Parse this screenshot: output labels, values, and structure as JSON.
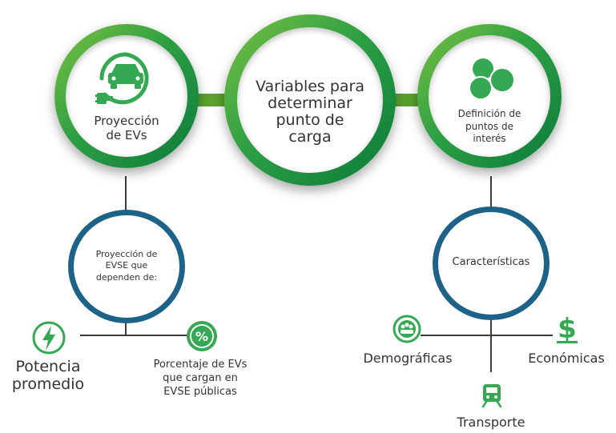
{
  "top": {
    "left_circle": {
      "label_line1": "Proyección",
      "label_line2": "de EVs",
      "icon": "ev-car-plug-icon"
    },
    "center_circle": {
      "line1": "Variables para",
      "line2": "determinar",
      "line3": "punto de",
      "line4": "carga"
    },
    "right_circle": {
      "line1": "Definición de",
      "line2": "puntos de",
      "line3": "interés",
      "icon": "circles-icon"
    }
  },
  "left_branch": {
    "circle": {
      "line1": "Proyección de",
      "line2": "EVSE que",
      "line3": "dependen de:"
    },
    "items": [
      {
        "line1": "Potencia",
        "line2": "promedio",
        "icon": "lightning-icon"
      },
      {
        "line1": "Porcentaje de EVs",
        "line2": "que cargan en",
        "line3": "EVSE públicas",
        "icon": "percent-icon"
      }
    ]
  },
  "right_branch": {
    "circle": {
      "label": "Características"
    },
    "items": [
      {
        "label": "Demográficas",
        "icon": "people-cycle-icon"
      },
      {
        "label": "Económicas",
        "icon": "dollar-icon"
      },
      {
        "label": "Transporte",
        "icon": "train-icon"
      }
    ]
  },
  "colors": {
    "green": "#2ea043",
    "light_green": "#7bc142",
    "dark_green": "#0b7a3b",
    "blue": "#1d6288",
    "bar": "#5aa12f"
  }
}
